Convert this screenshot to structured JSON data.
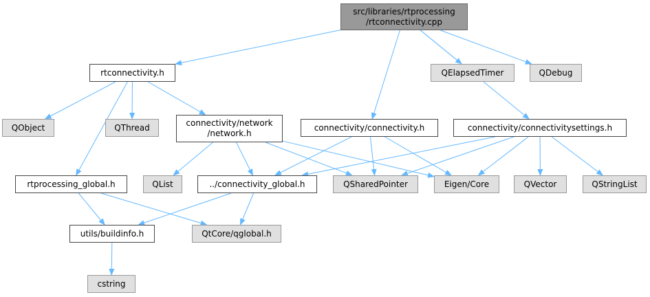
{
  "colors": {
    "edge": "#63b8ff",
    "root_fill": "#999999",
    "external_fill": "#e0e0e0",
    "local_fill": "#ffffff"
  },
  "nodes": {
    "root": {
      "line1": "src/libraries/rtprocessing",
      "line2": "/rtconnectivity.cpp"
    },
    "rtconnectivity_h": {
      "label": "rtconnectivity.h"
    },
    "qelapsedtimer": {
      "label": "QElapsedTimer"
    },
    "qdebug": {
      "label": "QDebug"
    },
    "qobject": {
      "label": "QObject"
    },
    "qthread": {
      "label": "QThread"
    },
    "network_h": {
      "line1": "connectivity/network",
      "line2": "/network.h"
    },
    "connectivity_h": {
      "label": "connectivity/connectivity.h"
    },
    "connectivitysettings_h": {
      "label": "connectivity/connectivitysettings.h"
    },
    "rtprocessing_global_h": {
      "label": "rtprocessing_global.h"
    },
    "qlist": {
      "label": "QList"
    },
    "connectivity_global_h": {
      "label": "../connectivity_global.h"
    },
    "qsharedpointer": {
      "label": "QSharedPointer"
    },
    "eigen_core": {
      "label": "Eigen/Core"
    },
    "qvector": {
      "label": "QVector"
    },
    "qstringlist": {
      "label": "QStringList"
    },
    "buildinfo_h": {
      "label": "utils/buildinfo.h"
    },
    "qglobal_h": {
      "label": "QtCore/qglobal.h"
    },
    "cstring": {
      "label": "cstring"
    }
  },
  "edges": [
    [
      "root",
      "rtconnectivity_h"
    ],
    [
      "root",
      "qelapsedtimer"
    ],
    [
      "root",
      "qdebug"
    ],
    [
      "root",
      "connectivity_h"
    ],
    [
      "root",
      "connectivitysettings_h"
    ],
    [
      "rtconnectivity_h",
      "qobject"
    ],
    [
      "rtconnectivity_h",
      "qthread"
    ],
    [
      "rtconnectivity_h",
      "network_h"
    ],
    [
      "rtconnectivity_h",
      "rtprocessing_global_h"
    ],
    [
      "network_h",
      "qlist"
    ],
    [
      "network_h",
      "connectivity_global_h"
    ],
    [
      "network_h",
      "qsharedpointer"
    ],
    [
      "network_h",
      "eigen_core"
    ],
    [
      "connectivity_h",
      "connectivity_global_h"
    ],
    [
      "connectivity_h",
      "qsharedpointer"
    ],
    [
      "connectivity_h",
      "eigen_core"
    ],
    [
      "connectivitysettings_h",
      "connectivity_global_h"
    ],
    [
      "connectivitysettings_h",
      "qsharedpointer"
    ],
    [
      "connectivitysettings_h",
      "eigen_core"
    ],
    [
      "connectivitysettings_h",
      "qvector"
    ],
    [
      "connectivitysettings_h",
      "qstringlist"
    ],
    [
      "rtprocessing_global_h",
      "buildinfo_h"
    ],
    [
      "rtprocessing_global_h",
      "qglobal_h"
    ],
    [
      "connectivity_global_h",
      "buildinfo_h"
    ],
    [
      "connectivity_global_h",
      "qglobal_h"
    ],
    [
      "buildinfo_h",
      "cstring"
    ]
  ]
}
